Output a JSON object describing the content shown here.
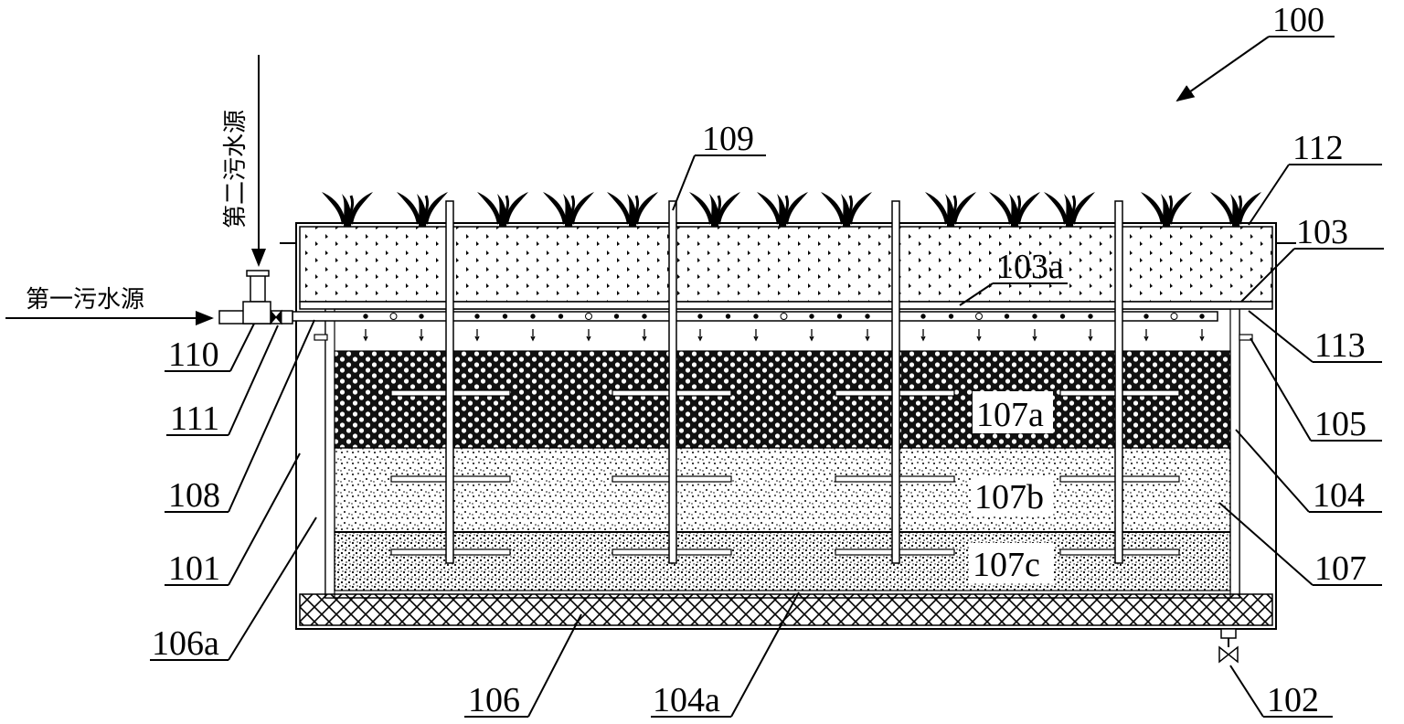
{
  "labels": {
    "l100": "100",
    "l109": "109",
    "l112": "112",
    "l103": "103",
    "l103a": "103a",
    "l113": "113",
    "l105": "105",
    "l104": "104",
    "l107": "107",
    "l107a": "107a",
    "l107b": "107b",
    "l107c": "107c",
    "l110": "110",
    "l111": "111",
    "l108": "108",
    "l101": "101",
    "l106a": "106a",
    "l106": "106",
    "l104a": "104a",
    "l102": "102"
  },
  "sources": {
    "first": "第一污水源",
    "second": "第二污水源"
  }
}
